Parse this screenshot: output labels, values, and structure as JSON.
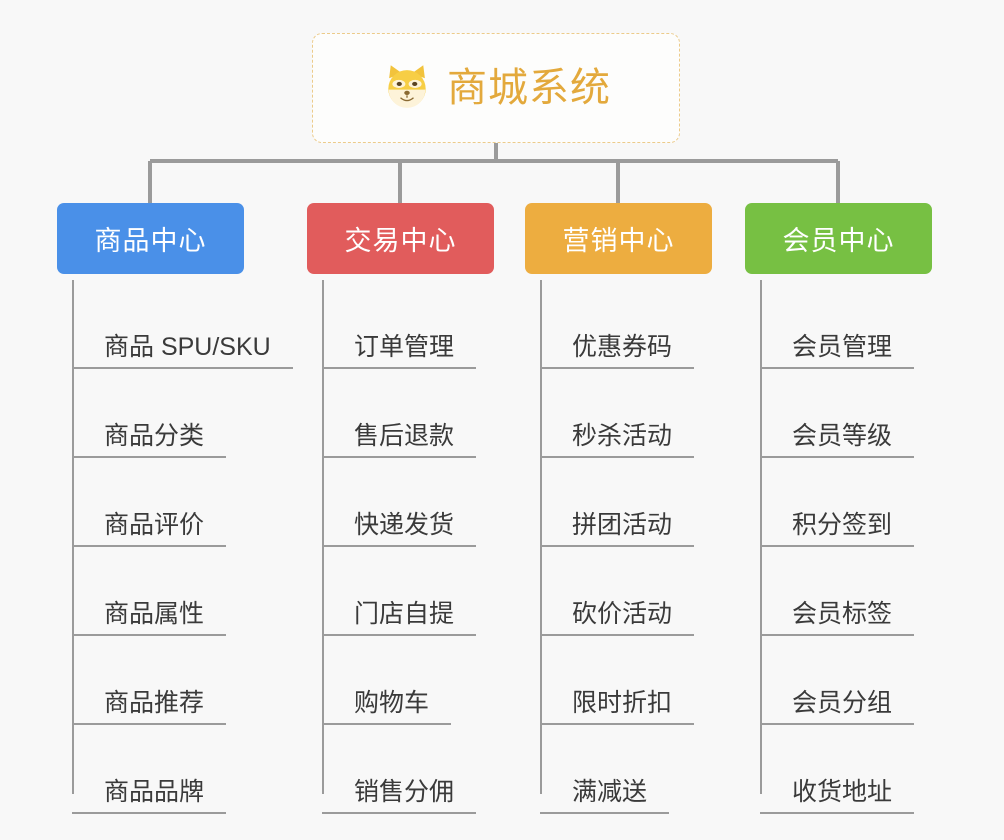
{
  "page": {
    "background_color": "#f8f8f8",
    "line_color": "#9b9b9b"
  },
  "root": {
    "title": "商城系统",
    "icon": "shiba-inu-dog-face-icon",
    "title_color": "#e3a93c",
    "border_color": "#eccb8a",
    "background_color": "#fdfdfc"
  },
  "columns": [
    {
      "title": "商品中心",
      "color": "#4a90e8",
      "items": [
        {
          "label": "商品 SPU/SKU"
        },
        {
          "label": "商品分类"
        },
        {
          "label": "商品评价"
        },
        {
          "label": "商品属性"
        },
        {
          "label": "商品推荐"
        },
        {
          "label": "商品品牌"
        }
      ]
    },
    {
      "title": "交易中心",
      "color": "#e15c5c",
      "items": [
        {
          "label": "订单管理"
        },
        {
          "label": "售后退款"
        },
        {
          "label": "快递发货"
        },
        {
          "label": "门店自提"
        },
        {
          "label": "购物车"
        },
        {
          "label": "销售分佣"
        }
      ]
    },
    {
      "title": "营销中心",
      "color": "#edad40",
      "items": [
        {
          "label": "优惠券码"
        },
        {
          "label": "秒杀活动"
        },
        {
          "label": "拼团活动"
        },
        {
          "label": "砍价活动"
        },
        {
          "label": "限时折扣"
        },
        {
          "label": "满减送"
        }
      ]
    },
    {
      "title": "会员中心",
      "color": "#77c043",
      "items": [
        {
          "label": "会员管理"
        },
        {
          "label": "会员等级"
        },
        {
          "label": "积分签到"
        },
        {
          "label": "会员标签"
        },
        {
          "label": "会员分组"
        },
        {
          "label": "收货地址"
        }
      ]
    }
  ]
}
